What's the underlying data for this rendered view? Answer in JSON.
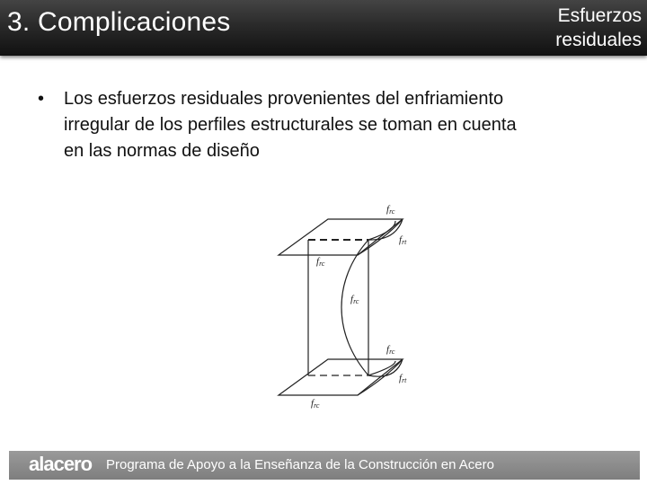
{
  "header": {
    "title": "3. Complicaciones",
    "section_line1": "Esfuerzos",
    "section_line2": "residuales"
  },
  "content": {
    "bullets": [
      {
        "marker": "•",
        "lines": [
          "Los esfuerzos residuales provenientes del enfriamiento",
          "irregular de los perfiles estructurales se toman en cuenta",
          "en las normas de diseño"
        ]
      }
    ]
  },
  "figure": {
    "labels": {
      "frc": "f",
      "frc_sub": "rc",
      "frt": "f",
      "frt_sub": "rt"
    }
  },
  "footer": {
    "logo": "alacero",
    "program_text": "Programa de Apoyo a la Enseñanza de la Construcción en Acero"
  }
}
